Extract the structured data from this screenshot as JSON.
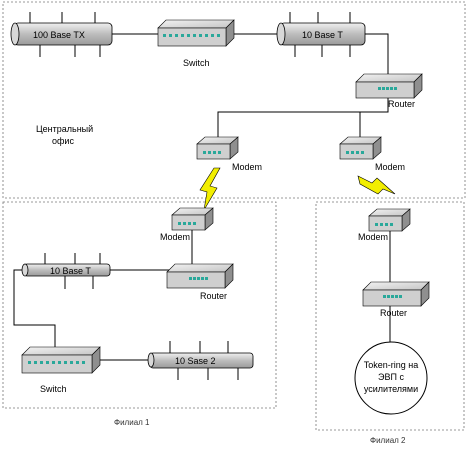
{
  "network": {
    "central_office": {
      "label_line1": "Центральный",
      "label_line2": "офис",
      "bus_100": "100 Base TX",
      "switch_label": "Switch",
      "bus_10": "10 Base T",
      "router_label": "Router",
      "modem_left_label": "Modem",
      "modem_right_label": "Modem"
    },
    "branch_1": {
      "title": "Филиал 1",
      "modem_label": "Modem",
      "bus_10": "10 Base T",
      "router_label": "Router",
      "switch_label": "Switch",
      "bus_2": "10 Sase 2"
    },
    "branch_2": {
      "title": "Филиал 2",
      "modem_label": "Modem",
      "router_label": "Router",
      "token_ring_line1": "Token-ring на",
      "token_ring_line2": "ЭВП  с",
      "token_ring_line3": "усилителями"
    }
  },
  "colors": {
    "device_body": "#cfcfcf",
    "device_top": "#e4e4e4",
    "bus_fill": "#c8c8c8",
    "port_led": "#2aa89a",
    "lightning": "#f2ee00"
  }
}
